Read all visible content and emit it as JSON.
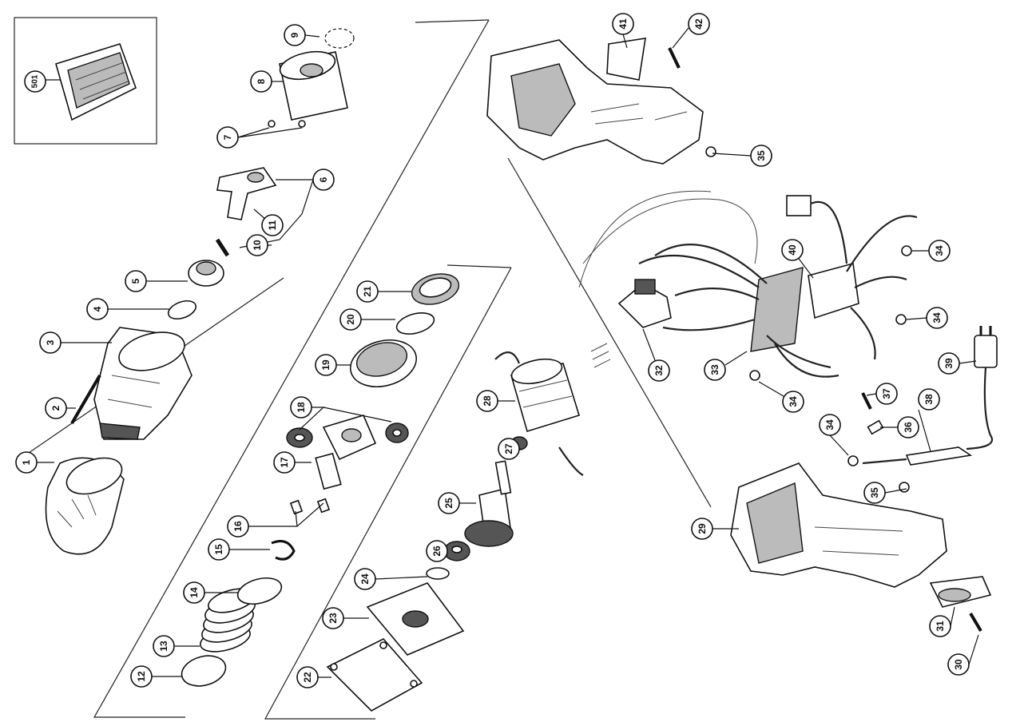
{
  "callouts": [
    {
      "id": "501",
      "label": "501"
    },
    {
      "id": "1",
      "label": "1"
    },
    {
      "id": "2",
      "label": "2"
    },
    {
      "id": "3",
      "label": "3"
    },
    {
      "id": "4",
      "label": "4"
    },
    {
      "id": "5",
      "label": "5"
    },
    {
      "id": "6",
      "label": "6"
    },
    {
      "id": "7",
      "label": "7"
    },
    {
      "id": "8",
      "label": "8"
    },
    {
      "id": "9",
      "label": "9"
    },
    {
      "id": "10",
      "label": "10"
    },
    {
      "id": "11",
      "label": "11"
    },
    {
      "id": "12",
      "label": "12"
    },
    {
      "id": "13",
      "label": "13"
    },
    {
      "id": "14",
      "label": "14"
    },
    {
      "id": "15",
      "label": "15"
    },
    {
      "id": "16",
      "label": "16"
    },
    {
      "id": "17",
      "label": "17"
    },
    {
      "id": "18",
      "label": "18"
    },
    {
      "id": "19",
      "label": "19"
    },
    {
      "id": "20",
      "label": "20"
    },
    {
      "id": "21",
      "label": "21"
    },
    {
      "id": "22",
      "label": "22"
    },
    {
      "id": "23",
      "label": "23"
    },
    {
      "id": "24",
      "label": "24"
    },
    {
      "id": "25",
      "label": "25"
    },
    {
      "id": "26",
      "label": "26"
    },
    {
      "id": "27",
      "label": "27"
    },
    {
      "id": "28",
      "label": "28"
    },
    {
      "id": "29",
      "label": "29"
    },
    {
      "id": "30",
      "label": "30"
    },
    {
      "id": "31",
      "label": "31"
    },
    {
      "id": "32",
      "label": "32"
    },
    {
      "id": "33",
      "label": "33"
    },
    {
      "id": "34a",
      "label": "34"
    },
    {
      "id": "34b",
      "label": "34"
    },
    {
      "id": "34c",
      "label": "34"
    },
    {
      "id": "34d",
      "label": "34"
    },
    {
      "id": "35a",
      "label": "35"
    },
    {
      "id": "35b",
      "label": "35"
    },
    {
      "id": "36",
      "label": "36"
    },
    {
      "id": "37",
      "label": "37"
    },
    {
      "id": "38",
      "label": "38"
    },
    {
      "id": "39",
      "label": "39"
    },
    {
      "id": "40",
      "label": "40"
    },
    {
      "id": "41",
      "label": "41"
    },
    {
      "id": "42",
      "label": "42"
    }
  ]
}
